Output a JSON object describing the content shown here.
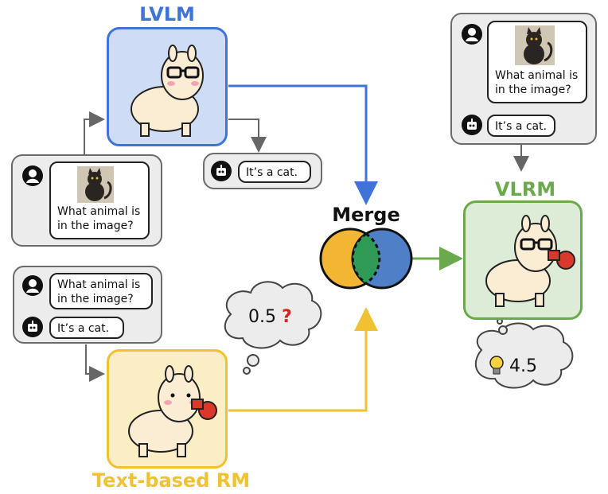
{
  "titles": {
    "lvlm": "LVLM",
    "vlrm": "VLRM",
    "text_rm": "Text-based RM",
    "merge": "Merge"
  },
  "colors": {
    "blue": "#3f73d9",
    "green": "#6aaa4c",
    "yellow": "#f0c232",
    "lvlm_fill": "#cfdcf5",
    "vlrm_fill": "#dcecd7",
    "textrm_fill": "#fbeec5"
  },
  "chat": {
    "question": "What animal is\nin the image?",
    "answer": "It’s a cat."
  },
  "scores": {
    "text_rm_score": "0.5",
    "text_rm_mark": "?",
    "vlrm_score": "4.5"
  },
  "icons": [
    "user-icon",
    "robot-icon",
    "lightbulb-icon",
    "cat-image",
    "llama-icon",
    "boxing-glove-icon",
    "glasses-icon"
  ]
}
